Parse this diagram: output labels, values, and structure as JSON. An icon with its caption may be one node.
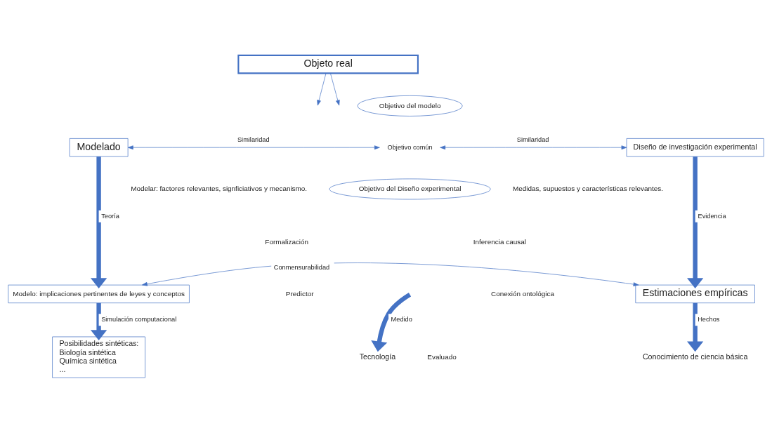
{
  "diagram": {
    "nodes": [
      {
        "text": [
          "Objeto real"
        ]
      },
      {
        "text": [
          "Modelado"
        ]
      },
      {
        "text": [
          "Objetivo del modelo"
        ]
      },
      {
        "text": [
          "Objetivo común"
        ]
      },
      {
        "text": [
          "Objetivo del Diseño experimental"
        ]
      },
      {
        "text": [
          "Diseño de investigación experimental"
        ]
      },
      {
        "text": [
          "Modelo: implicaciones pertinentes de leyes y conceptos"
        ]
      },
      {
        "text": [
          "Estimaciones empíricas"
        ]
      },
      {
        "text": [
          "Posibilidades sintéticas:",
          "Biología sintética",
          "Química sintética",
          "..."
        ]
      },
      {
        "text": [
          "Tecnología"
        ]
      },
      {
        "text": [
          "Conocimiento de ciencia básica"
        ]
      }
    ],
    "edges": [
      {
        "from": 0,
        "to": null,
        "arrow": "to"
      },
      {
        "from": 0,
        "to": null,
        "arrow": "to"
      },
      {
        "from": 1,
        "to": 3,
        "arrow": "both",
        "label": "Similaridad"
      },
      {
        "from": 3,
        "to": 5,
        "arrow": "both",
        "label": "Similaridad"
      },
      {
        "from": 1,
        "to": 6,
        "arrow": "to",
        "style": "thick",
        "label": "Teoría"
      },
      {
        "from": 5,
        "to": 7,
        "arrow": "to",
        "style": "thick",
        "label": "Evidencia"
      },
      {
        "from": 6,
        "to": 7,
        "arrow": "both",
        "label": "Conmensurabilidad"
      },
      {
        "from": null,
        "to": 9,
        "arrow": "to",
        "style": "thick",
        "label": "Medido"
      },
      {
        "from": 6,
        "to": 8,
        "arrow": "to",
        "style": "thick",
        "label": "Simulación computacional"
      },
      {
        "from": 7,
        "to": 10,
        "arrow": "to",
        "style": "thick",
        "label": "Hechos"
      }
    ],
    "labels": [
      "Modelar: factores relevantes, signficiativos y mecanismo.",
      "Medidas, supuestos y características relevantes.",
      "Formalización",
      "Inferencia causal",
      "Predictor",
      "Conexión ontológica",
      "Evaluado"
    ]
  }
}
